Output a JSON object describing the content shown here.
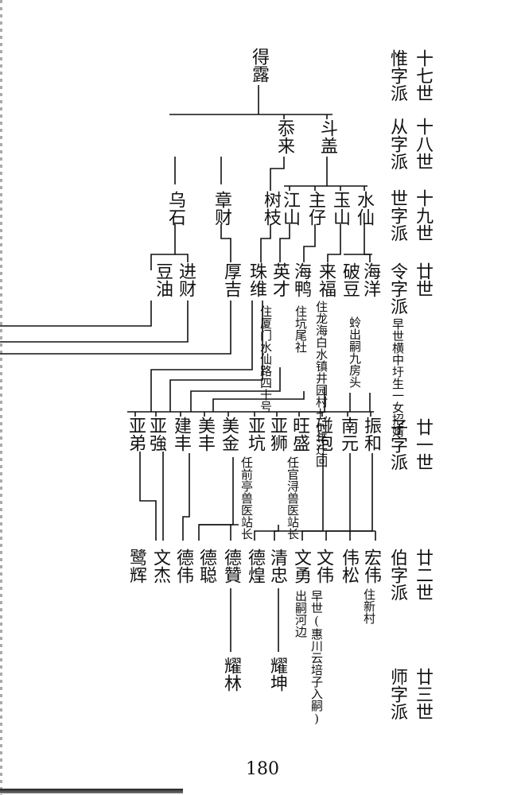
{
  "page_number": "180",
  "generations": [
    {
      "gen": "十七世",
      "pai": "惟字派"
    },
    {
      "gen": "十八世",
      "pai": "从字派"
    },
    {
      "gen": "十九世",
      "pai": "世字派"
    },
    {
      "gen": "廿世",
      "pai": "令字派"
    },
    {
      "gen": "廿一世",
      "pai": "子字派"
    },
    {
      "gen": "廿二世",
      "pai": "伯字派"
    },
    {
      "gen": "廿三世",
      "pai": "师字派"
    }
  ],
  "persons": [
    {
      "name": "得露"
    },
    {
      "name": "斗盖"
    },
    {
      "name": "忝来"
    },
    {
      "name": "水仙"
    },
    {
      "name": "玉山"
    },
    {
      "name": "主仔"
    },
    {
      "name": "江山"
    },
    {
      "name": "树枝"
    },
    {
      "name": "章财"
    },
    {
      "name": "乌石"
    },
    {
      "name": "海洋",
      "note": "早世横中圩生一女招婿"
    },
    {
      "name": "破豆",
      "note": "蛉出嗣九房头"
    },
    {
      "name": "来福",
      "note": "住龙海白水镇井园村七一年迁回"
    },
    {
      "name": "海鸭",
      "note": "住坑尾社"
    },
    {
      "name": "英才",
      "note": "住厦门水仙路四十号"
    },
    {
      "name": "珠维"
    },
    {
      "name": "厚吉"
    },
    {
      "name": "进财"
    },
    {
      "name": "豆油"
    },
    {
      "name": "振和"
    },
    {
      "name": "南元"
    },
    {
      "name": "碰泡"
    },
    {
      "name": "旺盛",
      "note": "任官浔兽医站长"
    },
    {
      "name": "亚狮"
    },
    {
      "name": "亚坑",
      "note": "任前亭兽医站长"
    },
    {
      "name": "美金"
    },
    {
      "name": "美丰"
    },
    {
      "name": "建丰"
    },
    {
      "name": "亚強"
    },
    {
      "name": "亚弟"
    },
    {
      "name": "宏伟",
      "note": "住新村"
    },
    {
      "name": "伟松"
    },
    {
      "name": "文伟",
      "note": "早世(惠川云培子入嗣)"
    },
    {
      "name": "文勇",
      "note": "出嗣河边"
    },
    {
      "name": "清忠"
    },
    {
      "name": "德煌"
    },
    {
      "name": "德贊"
    },
    {
      "name": "德聪"
    },
    {
      "name": "德伟"
    },
    {
      "name": "文杰"
    },
    {
      "name": "鹭辉"
    },
    {
      "name": "耀坤"
    },
    {
      "name": "耀林"
    }
  ]
}
